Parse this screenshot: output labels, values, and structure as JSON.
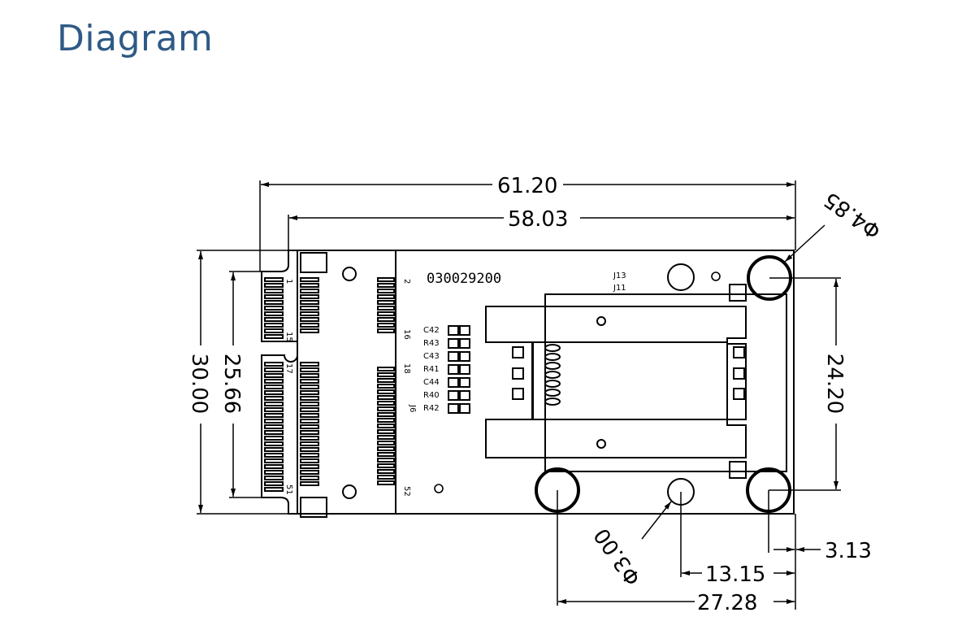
{
  "header": {
    "title": "Diagram"
  },
  "board": {
    "part_number": "030029200",
    "jumpers": [
      "J13",
      "J11"
    ],
    "connector_label": "J6",
    "components": [
      "C42",
      "R43",
      "C43",
      "R41",
      "C44",
      "R40",
      "R42"
    ],
    "pin_labels": {
      "left": [
        "1",
        "15",
        "17",
        "51"
      ],
      "right": [
        "2",
        "16",
        "18",
        "52"
      ]
    }
  },
  "dimensions": {
    "overall_width": "61.20",
    "contact_width": "58.03",
    "overall_height": "30.00",
    "inner_height": "25.66",
    "hole_spacing_v": "24.20",
    "large_hole_dia": "Φ4.85",
    "small_hole_dia": "Φ3.00",
    "edge_offset": "3.13",
    "hole_offset_1": "13.15",
    "hole_offset_2": "27.28"
  }
}
